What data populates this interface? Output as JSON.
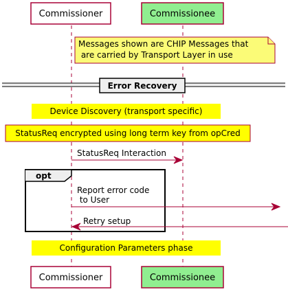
{
  "participants": {
    "commissioner": "Commissioner",
    "commissionee": "Commissionee"
  },
  "note_transport": {
    "line1": "Messages shown are CHIP Messages that",
    "line2": " are carried by Transport Layer in use"
  },
  "divider_error_recovery": "Error Recovery",
  "hnote_device_discovery": "Device Discovery (transport specific)",
  "hnote_statusreq_encrypted": "StatusReq encrypted using long term key from opCred",
  "message_statusreq": "StatusReq Interaction",
  "opt_group": {
    "label": "opt",
    "message_report_line1": "Report error code",
    "message_report_line2": " to User",
    "message_retry": "Retry setup"
  },
  "hnote_configuration": "Configuration Parameters phase",
  "colors": {
    "participant_border": "#a80036",
    "commissionee_fill": "#90ee90",
    "note_fill": "#fbfb77",
    "hnote_fill": "#ffff00",
    "arrow": "#a80036",
    "divider_fill": "#eeeeee"
  }
}
